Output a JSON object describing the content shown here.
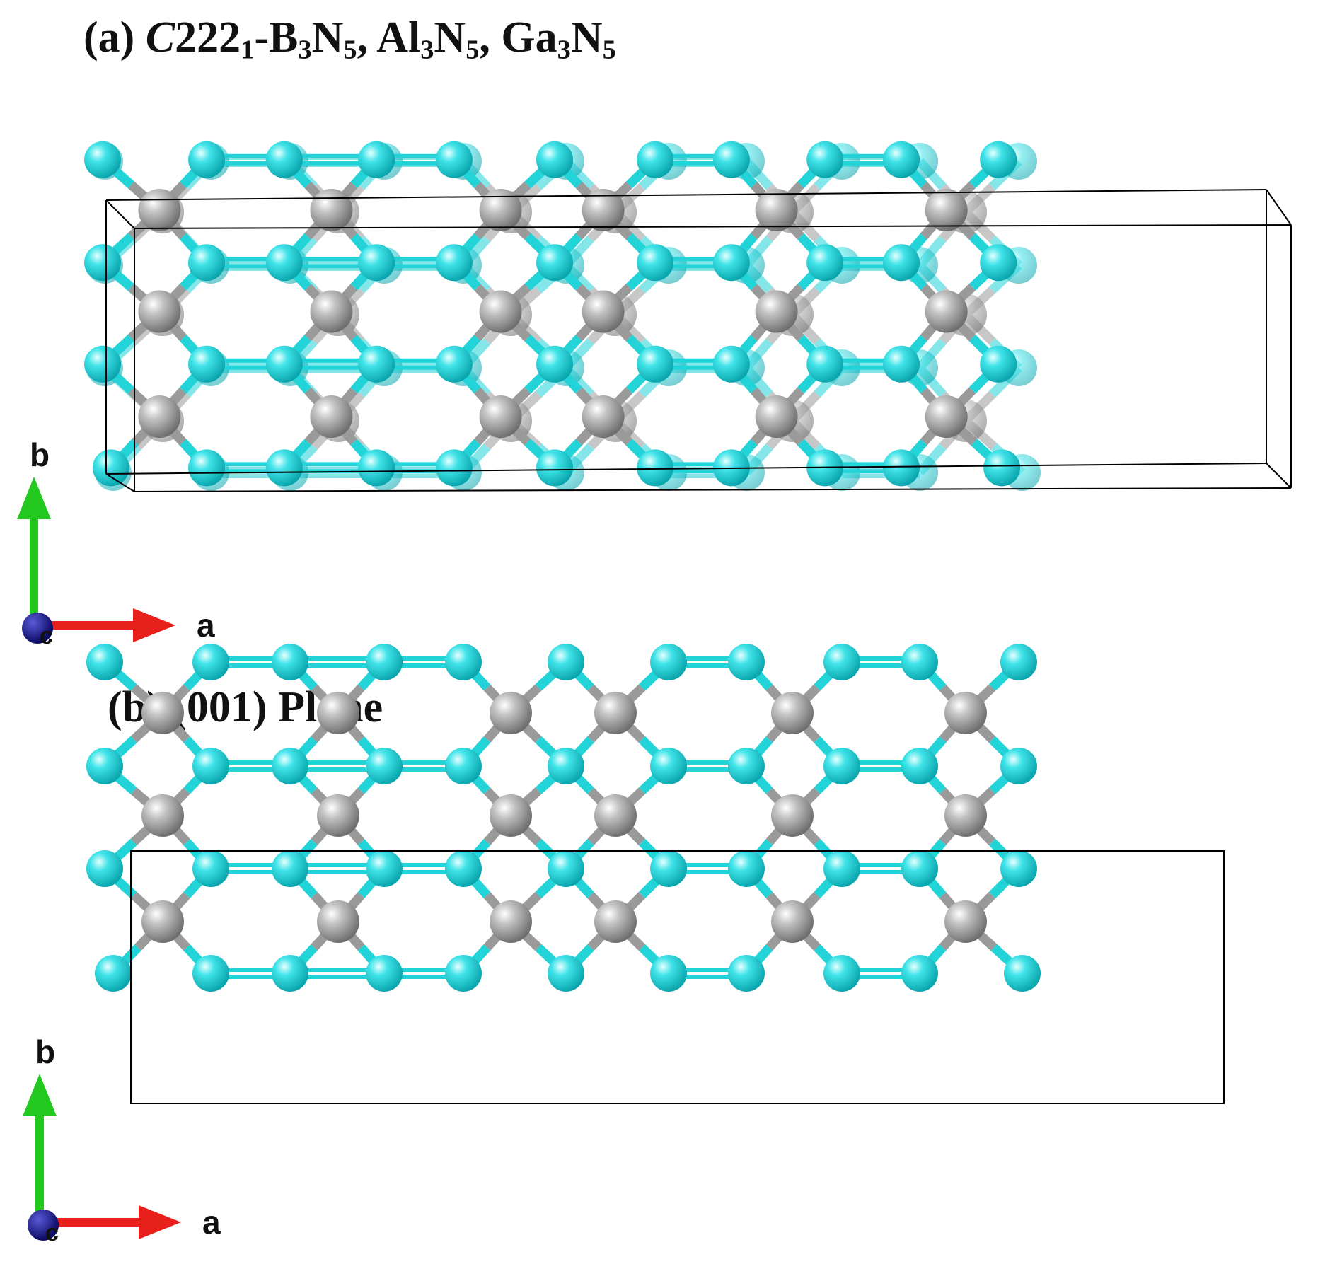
{
  "panel_a": {
    "label": "(a)",
    "phase_italic": "C",
    "phase_rest": "222",
    "phase_sub": "1",
    "formula1_el": "-B",
    "formula1_s1": "3",
    "formula1_n": "N",
    "formula1_s2": "5",
    "formula1_sep": ", ",
    "formula2_el": "Al",
    "formula2_s1": "3",
    "formula2_n": "N",
    "formula2_s2": "5",
    "formula2_sep": ", ",
    "formula3_el": "Ga",
    "formula3_s1": "3",
    "formula3_n": "N",
    "formula3_s2": "5"
  },
  "panel_b": {
    "label": "(b) (001) Plane"
  },
  "axes": {
    "b": "b",
    "a": "a",
    "c": "c"
  },
  "colors": {
    "nitrogen": "#22d3d8",
    "metal": "#9a9a9a",
    "cell": "#000000",
    "axis_a": "#e8201c",
    "axis_b": "#22c81e",
    "axis_c": "#0a0a8c"
  }
}
